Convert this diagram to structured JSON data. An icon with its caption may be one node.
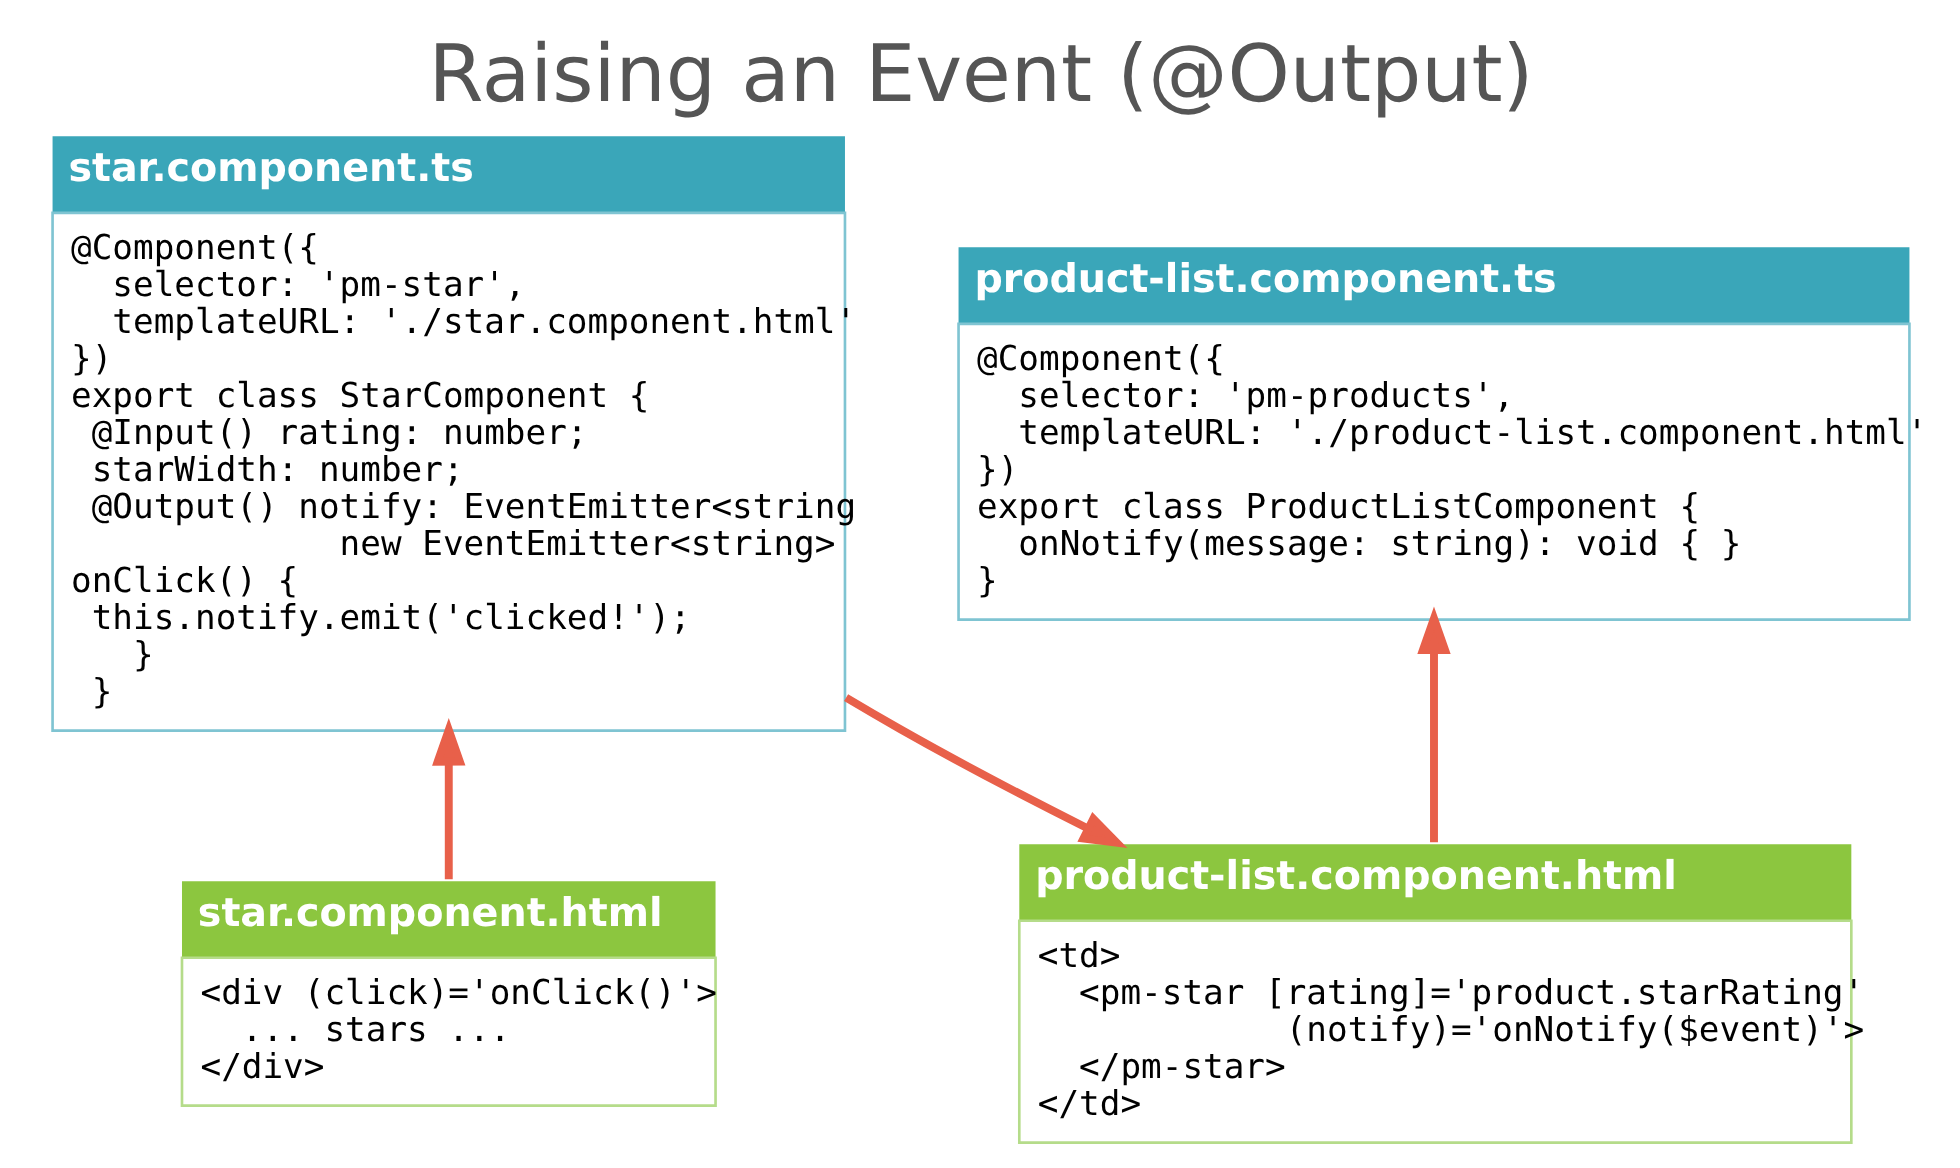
{
  "diagram": {
    "title": "Raising an Event (@Output)",
    "nodes": [
      {
        "text": [
          "product-list.component.ts",
          "@Component({",
          "selector: 'pm-products',",
          "templateURL: './product-list.component.html'",
          "})",
          "export class ProductListComponent {",
          "onNotify(message: string): void { }",
          "}"
        ]
      },
      {
        "text": [
          "star.component.ts",
          "@Component({",
          "selector: 'pm-star',",
          "templateURL: './star.component.html'",
          "})",
          "export class StarComponent {",
          "@Input() rating: number;",
          "starWidth: number;",
          "@Output() notify: EventEmitter<string",
          "new EventEmitter<string>",
          "onClick() {",
          "this.notify.emit('clicked!');",
          "}",
          "}"
        ]
      },
      {
        "text": [
          "product-list.component.html",
          "<td>",
          "<pm-star [rating]='product.starRating'",
          "(notify)='onNotify($event)'>",
          "</pm-star>",
          "</td>"
        ]
      },
      {
        "text": [
          "star.component.html",
          "<div (click)='onClick()'>",
          "... stars ...",
          "</div>"
        ]
      }
    ],
    "edges": [
      {
        "from": 3,
        "to": 1,
        "arrow": "to"
      },
      {
        "from": 1,
        "to": 2,
        "arrow": "to"
      },
      {
        "from": 2,
        "to": 0,
        "arrow": "to"
      }
    ]
  }
}
